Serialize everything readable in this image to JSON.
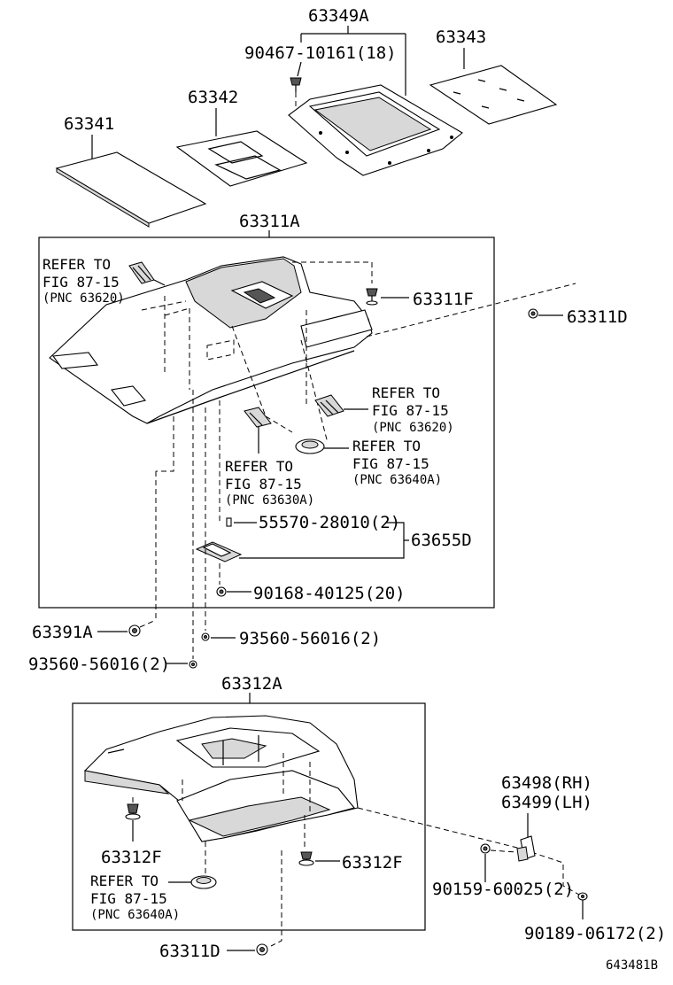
{
  "parts": {
    "p63349A": "63349A",
    "p90467": "90467-10161(18)",
    "p63343": "63343",
    "p63342": "63342",
    "p63341": "63341",
    "p63311A": "63311A",
    "p63311F": "63311F",
    "p63311D_top": "63311D",
    "p55570": "55570-28010(2)",
    "p63655D": "63655D",
    "p90168": "90168-40125(20)",
    "p63391A": "63391A",
    "p93560_a": "93560-56016(2)",
    "p93560_b": "93560-56016(2)",
    "p63312A": "63312A",
    "p63312F_left": "63312F",
    "p63312F_right": "63312F",
    "p63498": "63498(RH)",
    "p63499": "63499(LH)",
    "p90159": "90159-60025(2)",
    "p90189": "90189-06172(2)",
    "p63311D_bottom": "63311D"
  },
  "refs": {
    "r1": {
      "line1": "REFER TO",
      "line2": "FIG 87-15",
      "line3": "(PNC 63620)"
    },
    "r2": {
      "line1": "REFER TO",
      "line2": "FIG 87-15",
      "line3": "(PNC 63620)"
    },
    "r3": {
      "line1": "REFER TO",
      "line2": "FIG 87-15",
      "line3": "(PNC 63640A)"
    },
    "r4": {
      "line1": "REFER TO",
      "line2": "FIG 87-15",
      "line3": "(PNC 63630A)"
    },
    "r5": {
      "line1": "REFER TO",
      "line2": "FIG 87-15",
      "line3": "(PNC 63640A)"
    }
  },
  "figure_id": "643481B"
}
